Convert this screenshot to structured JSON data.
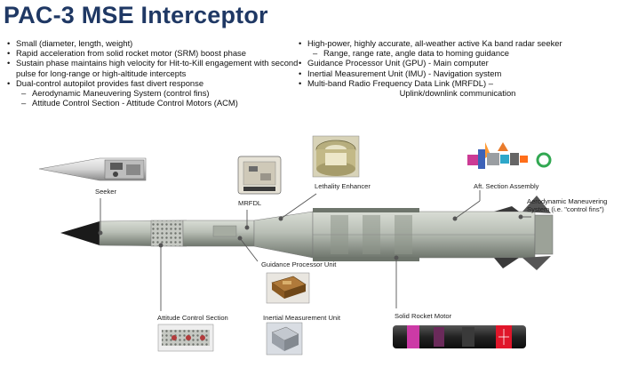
{
  "title": "PAC-3 MSE Interceptor",
  "left_bullets": [
    {
      "kind": "b",
      "text": "Small (diameter, length, weight)"
    },
    {
      "kind": "b",
      "text": "Rapid acceleration from solid rocket motor (SRM) boost phase"
    },
    {
      "kind": "b",
      "text": "Sustain phase maintains high velocity for Hit-to-Kill engagement with second pulse for long-range or high-altitude intercepts"
    },
    {
      "kind": "b",
      "text": "Dual-control autopilot provides fast divert response"
    },
    {
      "kind": "s",
      "text": "Aerodynamic Maneuvering System (control fins)"
    },
    {
      "kind": "s",
      "text": "Attitude Control Section - Attitude Control Motors (ACM)"
    }
  ],
  "right_bullets": [
    {
      "kind": "b",
      "text": "High-power, highly accurate, all-weather active Ka band radar seeker"
    },
    {
      "kind": "s",
      "text": "Range, range rate, angle data to homing guidance"
    },
    {
      "kind": "b",
      "text": "Guidance Processor Unit (GPU) - Main computer"
    },
    {
      "kind": "b",
      "text": "Inertial Measurement Unit (IMU) - Navigation system"
    },
    {
      "kind": "b",
      "text": "Multi-band Radio Frequency Data Link (MRFDL) –"
    },
    {
      "kind": "c",
      "text": "Uplink/downlink communication"
    }
  ],
  "labels": {
    "seeker": "Seeker",
    "mrfdl": "MRFDL",
    "lethality": "Lethality Enhancer",
    "aft": "Aft. Section Assembly",
    "aero_line1": "Aerodynamic Maneuvering",
    "aero_line2": "System (i.e. \"control fins\")",
    "gpu": "Guidance Processor Unit",
    "acs": "Attitude Control Section",
    "imu": "Inertial Measurement Unit",
    "srm": "Solid Rocket Motor"
  },
  "colors": {
    "title": "#1f3864",
    "missile_body": "#b9bfb6",
    "missile_dark": "#7b8279",
    "nose_tip": "#1a1a1a",
    "leader": "#555555"
  }
}
